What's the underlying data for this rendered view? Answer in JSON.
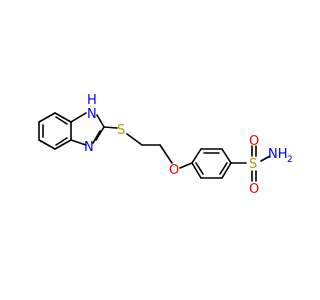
{
  "molecule": {
    "atoms": [
      {
        "id": "N_H",
        "text": "N",
        "color": "#0000ff"
      },
      {
        "id": "N_H_h",
        "text": "H",
        "color": "#0000ff"
      },
      {
        "id": "N_ring",
        "text": "N",
        "color": "#0000ff"
      },
      {
        "id": "S_thio",
        "text": "S",
        "color": "#b3a100"
      },
      {
        "id": "O_ether",
        "text": "O",
        "color": "#ff0000"
      },
      {
        "id": "S_sulf",
        "text": "S",
        "color": "#b3a100"
      },
      {
        "id": "O_top",
        "text": "O",
        "color": "#ff0000"
      },
      {
        "id": "O_bottom",
        "text": "O",
        "color": "#ff0000"
      },
      {
        "id": "NH2",
        "text": "NH",
        "color": "#0000ff"
      },
      {
        "id": "NH2_sub",
        "text": "2",
        "color": "#0000ff"
      }
    ],
    "bond_color": "#000000"
  }
}
